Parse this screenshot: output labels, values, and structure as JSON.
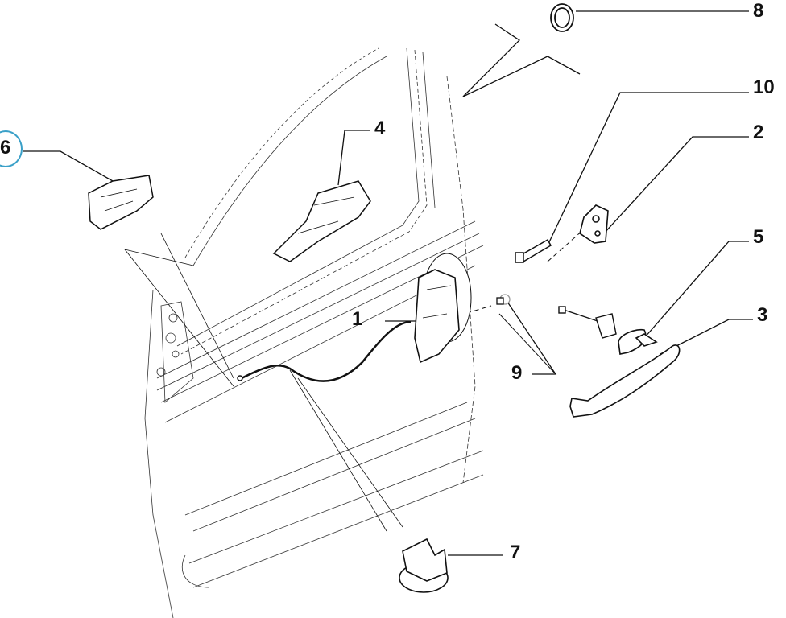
{
  "diagram": {
    "title": "Front door lock assembly - exploded view",
    "highlight_color": "#3aa0c8",
    "line_color": "#111111",
    "callouts": [
      {
        "id": "c1",
        "label": "1",
        "part": "door-lock-actuator"
      },
      {
        "id": "c2",
        "label": "2",
        "part": "striker-plate"
      },
      {
        "id": "c3",
        "label": "3",
        "part": "outer-door-handle"
      },
      {
        "id": "c4",
        "label": "4",
        "part": "window-regulator-bracket"
      },
      {
        "id": "c5",
        "label": "5",
        "part": "handle-cover-cap"
      },
      {
        "id": "c6",
        "label": "6",
        "part": "inner-handle-mechanism",
        "highlighted": true
      },
      {
        "id": "c7",
        "label": "7",
        "part": "cable-clip"
      },
      {
        "id": "c8",
        "label": "8",
        "part": "grommet"
      },
      {
        "id": "c9",
        "label": "9",
        "part": "screw"
      },
      {
        "id": "c10",
        "label": "10",
        "part": "striker-bolt"
      }
    ]
  }
}
